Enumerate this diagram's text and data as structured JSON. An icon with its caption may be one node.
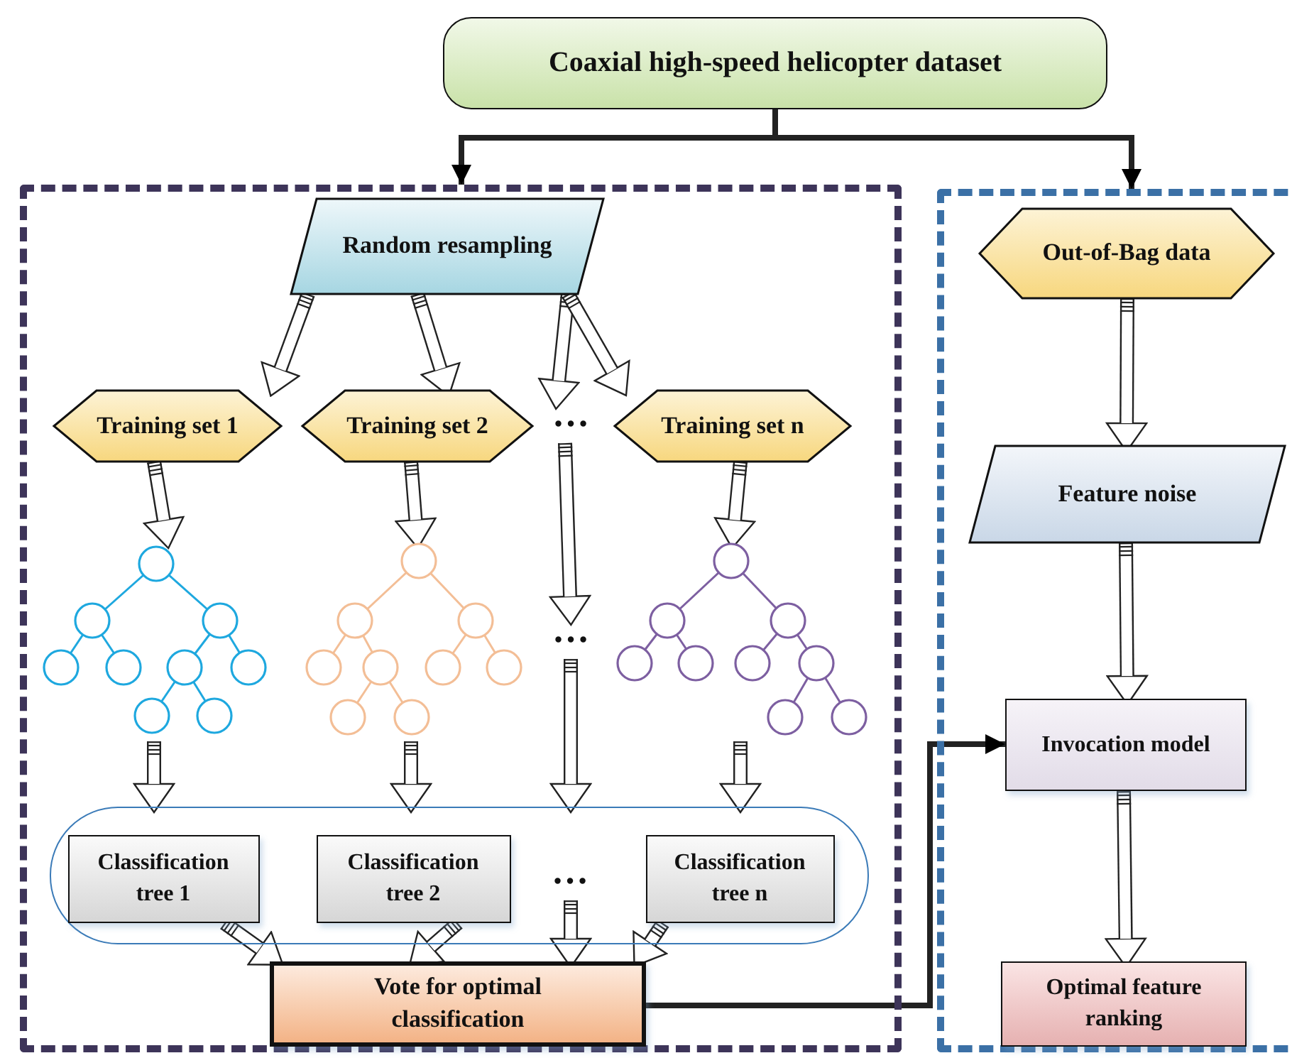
{
  "diagram": {
    "nodes": [
      {
        "text": [
          "Coaxial high-speed helicopter dataset"
        ]
      },
      {
        "text": [],
        "shape": "box"
      },
      {
        "text": [],
        "shape": "box"
      },
      {
        "text": [
          "Random resampling"
        ],
        "in": 1
      },
      {
        "text": [
          "Training set 1"
        ],
        "in": 1
      },
      {
        "text": [
          "Training set 2"
        ],
        "in": 1
      },
      {
        "text": [
          "…"
        ],
        "in": 1
      },
      {
        "text": [
          "Training set n"
        ],
        "in": 1
      },
      {
        "text": [],
        "shape": "tree",
        "in": 1
      },
      {
        "text": [],
        "shape": "tree",
        "in": 1
      },
      {
        "text": [
          "…"
        ],
        "in": 1
      },
      {
        "text": [],
        "shape": "tree",
        "in": 1
      },
      {
        "text": [],
        "shape": "box",
        "in": 1
      },
      {
        "text": [
          "Classification tree 1"
        ],
        "in": 12
      },
      {
        "text": [
          "Classification tree 2"
        ],
        "in": 12
      },
      {
        "text": [
          "…"
        ],
        "in": 12
      },
      {
        "text": [
          "Classification tree n"
        ],
        "in": 12
      },
      {
        "text": [
          "Vote for optimal classification"
        ],
        "in": 1
      },
      {
        "text": [
          "Out-of-Bag data"
        ],
        "in": 2
      },
      {
        "text": [
          "Feature noise"
        ],
        "in": 2
      },
      {
        "text": [
          "Invocation model"
        ],
        "in": 2
      },
      {
        "text": [
          "Optimal feature ranking"
        ],
        "in": 2
      }
    ],
    "edges": [
      {
        "from": 0,
        "to": 1,
        "arrow": "to"
      },
      {
        "from": 0,
        "to": 2,
        "arrow": "to"
      },
      {
        "from": 3,
        "to": 4,
        "arrow": "to"
      },
      {
        "from": 3,
        "to": 5,
        "arrow": "to"
      },
      {
        "from": 3,
        "to": 6,
        "arrow": "to"
      },
      {
        "from": 3,
        "to": 7,
        "arrow": "to"
      },
      {
        "from": 4,
        "to": 8,
        "arrow": "to"
      },
      {
        "from": 5,
        "to": 9,
        "arrow": "to"
      },
      {
        "from": 6,
        "to": 10,
        "arrow": "to"
      },
      {
        "from": 7,
        "to": 11,
        "arrow": "to"
      },
      {
        "from": 8,
        "to": 12,
        "arrow": "to"
      },
      {
        "from": 9,
        "to": 12,
        "arrow": "to"
      },
      {
        "from": 10,
        "to": 12,
        "arrow": "to"
      },
      {
        "from": 11,
        "to": 12,
        "arrow": "to"
      },
      {
        "from": 13,
        "to": 17,
        "arrow": "to"
      },
      {
        "from": 14,
        "to": 17,
        "arrow": "to"
      },
      {
        "from": 15,
        "to": 17,
        "arrow": "to"
      },
      {
        "from": 16,
        "to": 17,
        "arrow": "to"
      },
      {
        "from": 17,
        "to": 20,
        "arrow": "to"
      },
      {
        "from": 18,
        "to": 19,
        "arrow": "to"
      },
      {
        "from": 19,
        "to": 20,
        "arrow": "to"
      },
      {
        "from": 20,
        "to": 21,
        "arrow": "to"
      }
    ]
  }
}
